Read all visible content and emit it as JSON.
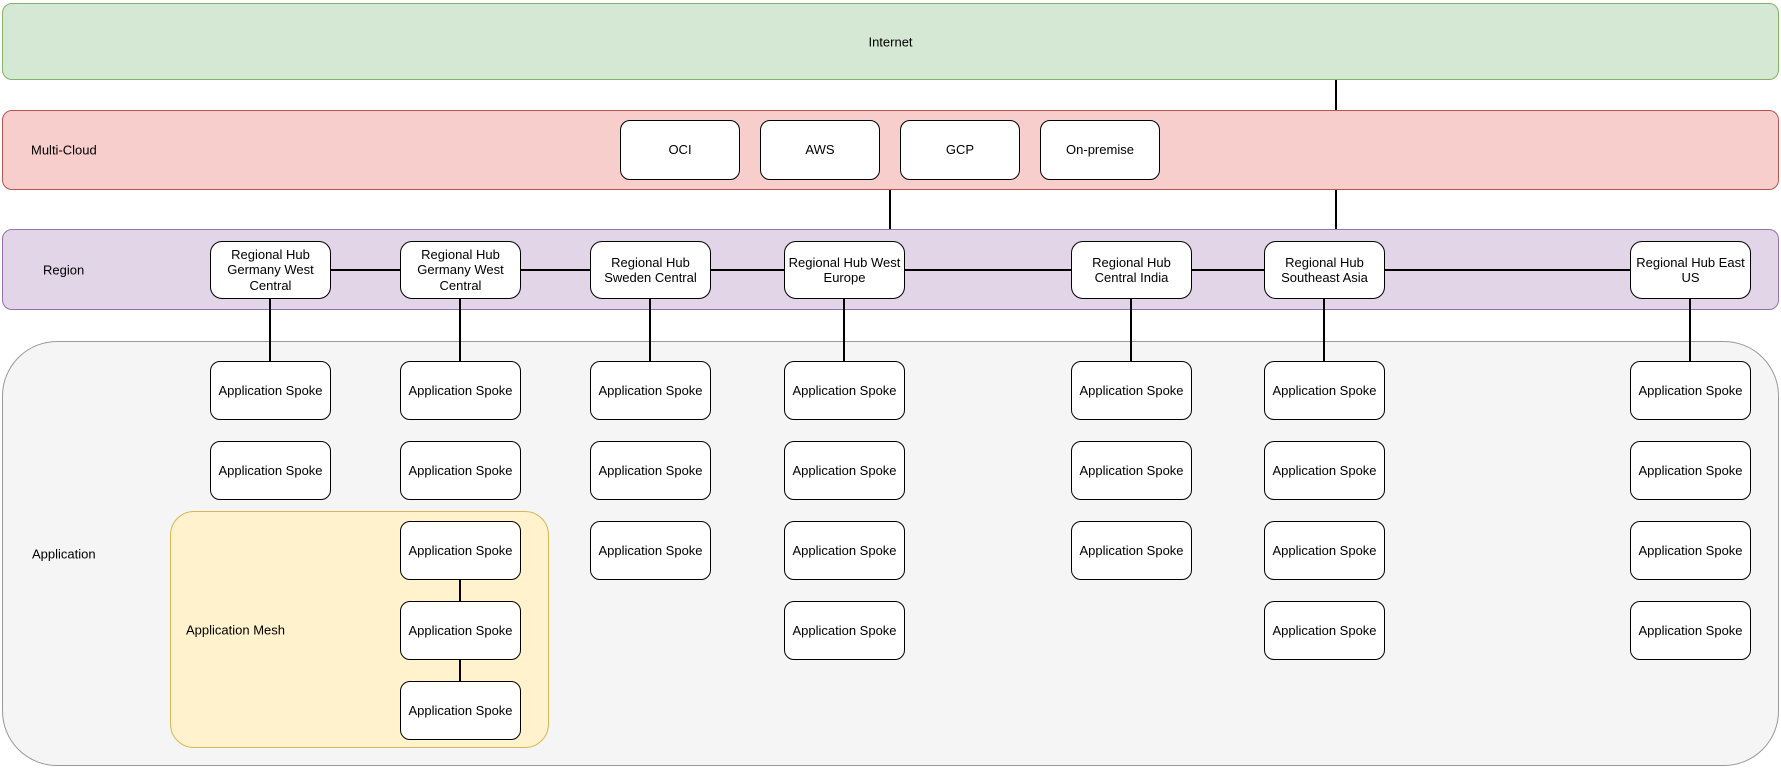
{
  "colors": {
    "internet_fill": "#d5e8d4",
    "internet_stroke": "#82b366",
    "multicloud_fill": "#f8cecc",
    "multicloud_stroke": "#b85450",
    "region_fill": "#e1d5e7",
    "region_stroke": "#9673a6",
    "application_fill": "#f5f5f5",
    "application_stroke": "#999999",
    "mesh_fill": "#fff2cc",
    "mesh_stroke": "#d6b656",
    "node_fill": "#ffffff",
    "node_stroke": "#000000",
    "connector": "#000000"
  },
  "internet_band": {
    "label": "Internet"
  },
  "multicloud_band": {
    "label": "Multi-Cloud",
    "providers": [
      {
        "label": "OCI"
      },
      {
        "label": "AWS"
      },
      {
        "label": "GCP"
      },
      {
        "label": "On-premise"
      }
    ]
  },
  "region_band": {
    "label": "Region",
    "hubs": [
      {
        "label": "Regional Hub Germany West Central"
      },
      {
        "label": "Regional Hub Germany West Central"
      },
      {
        "label": "Regional Hub Sweden Central"
      },
      {
        "label": "Regional Hub West Europe"
      },
      {
        "label": "Regional Hub Central India"
      },
      {
        "label": "Regional Hub Southeast Asia"
      },
      {
        "label": "Regional Hub East US"
      }
    ]
  },
  "application_band": {
    "label": "Application",
    "spoke_label": "Application Spoke",
    "mesh": {
      "label": "Application Mesh"
    }
  }
}
